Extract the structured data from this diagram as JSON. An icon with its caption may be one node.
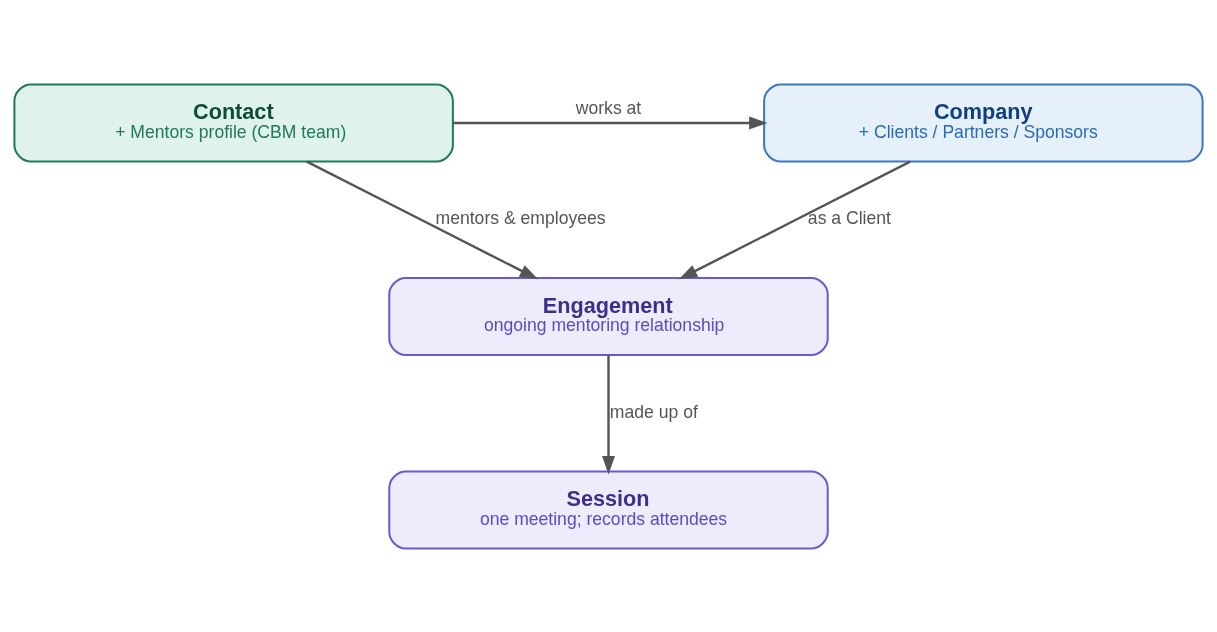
{
  "diagram": {
    "nodes": [
      {
        "text": [
          "Contact",
          "+ Mentors profile (CBM team)"
        ]
      },
      {
        "text": [
          "Company",
          "+ Clients / Partners / Sponsors"
        ]
      },
      {
        "text": [
          "Engagement",
          "ongoing mentoring relationship"
        ]
      },
      {
        "text": [
          "Session",
          "one meeting; records attendees"
        ]
      }
    ],
    "edges": [
      {
        "from": 0,
        "to": 1,
        "arrow": "to",
        "label": "works at"
      },
      {
        "from": 0,
        "to": 2,
        "arrow": "to",
        "label": "mentors & employees"
      },
      {
        "from": 1,
        "to": 2,
        "arrow": "to",
        "label": "as a Client"
      },
      {
        "from": 2,
        "to": 3,
        "arrow": "to",
        "label": "made up of"
      }
    ]
  }
}
